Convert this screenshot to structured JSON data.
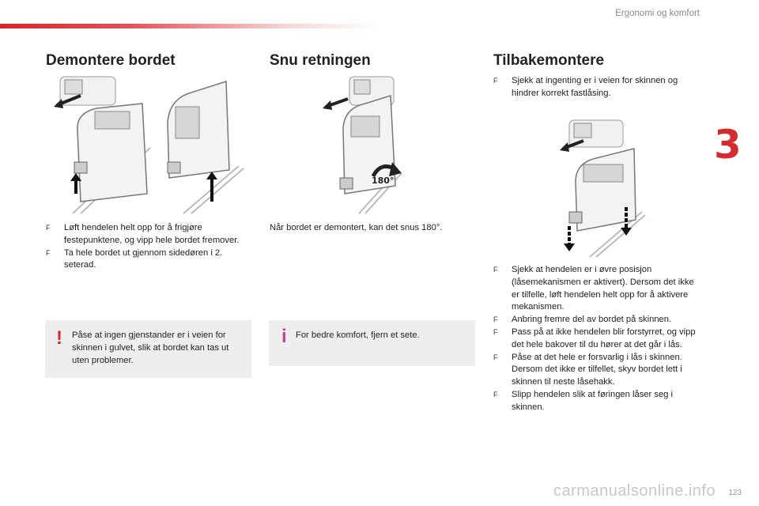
{
  "header": {
    "section_title": "Ergonomi og komfort",
    "chapter_number": "3"
  },
  "col1": {
    "title": "Demontere bordet",
    "bullets": [
      "Løft hendelen helt opp for å frigjøre festepunktene, og vipp hele bordet fremover.",
      "Ta hele bordet ut gjennom sidedøren i 2. seterad."
    ],
    "warning": "Påse at ingen gjenstander er i veien for skinnen i gulvet, slik at bordet kan tas ut uten problemer."
  },
  "col2": {
    "title": "Snu retningen",
    "text": "Når bordet er demontert, kan det snus 180°.",
    "rotation_label": "180°",
    "info": "For bedre komfort, fjern et sete."
  },
  "col3": {
    "title": "Tilbakemontere",
    "bullets_top": [
      "Sjekk at ingenting er i veien for skinnen og hindrer korrekt fastlåsing."
    ],
    "bullets": [
      "Sjekk at hendelen er i øvre posisjon (låsemekanismen er aktivert). Dersom det ikke er tilfelle, løft hendelen helt opp for å aktivere mekanismen.",
      "Anbring fremre del av bordet på skinnen.",
      "Pass på at ikke hendelen blir forstyrret, og vipp det hele bakover til du hører at det går i lås.",
      "Påse at det hele er forsvarlig i lås i skinnen. Dersom det ikke er tilfellet, skyv bordet lett i skinnen til neste låsehakk.",
      "Slipp hendelen slik at føringen låser seg i skinnen."
    ]
  },
  "icons": {
    "bullet_mark": "F",
    "warning_mark": "!",
    "info_mark": "i",
    "warning_color": "#d42b2f",
    "info_color": "#c93fa0",
    "accent_color": "#d9232d"
  },
  "footer": {
    "watermark": "carmanualsonline.info",
    "page_number": "123"
  }
}
